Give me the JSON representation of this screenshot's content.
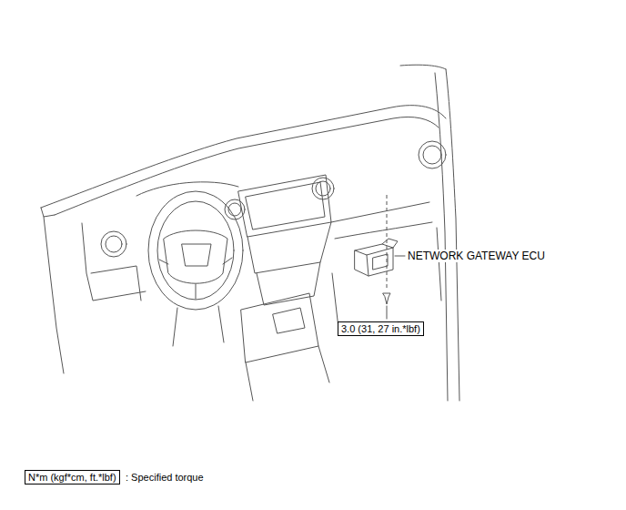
{
  "diagram": {
    "nodes": [
      {
        "text": [
          "3.0 (31, 27 in.*lbf)"
        ]
      },
      {
        "text": [
          "N*m (kgf*cm, ft.*lbf)"
        ]
      }
    ],
    "labels": [
      "NETWORK GATEWAY ECU"
    ],
    "legend": [
      {
        "text": ": Specified torque"
      }
    ]
  }
}
